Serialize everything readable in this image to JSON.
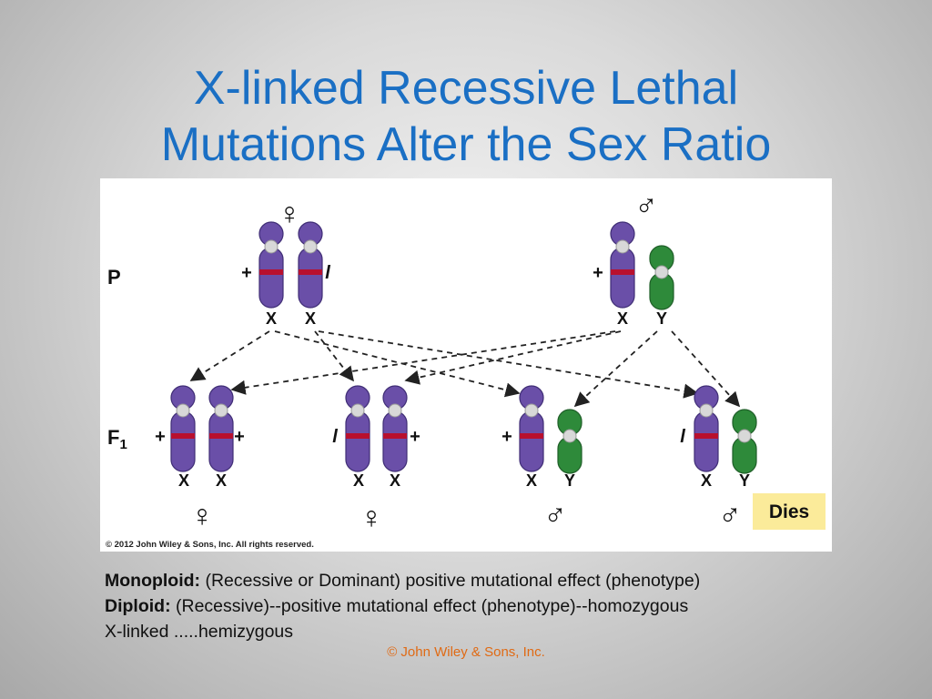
{
  "title": {
    "line1": "X-linked Recessive Lethal",
    "line2": "Mutations Alter the Sex Ratio"
  },
  "figure": {
    "generation_p": "P",
    "generation_f1": "F",
    "generation_f1_sub": "1",
    "parent_female_symbol": "♀",
    "parent_male_symbol": "♂",
    "parent_female": {
      "allele_left": "+",
      "allele_right": "l",
      "chrom_left": "X",
      "chrom_right": "X"
    },
    "parent_male": {
      "allele_left": "+",
      "chrom_left": "X",
      "chrom_right": "Y"
    },
    "offspring": [
      {
        "allele_left": "+",
        "allele_right": "+",
        "chrom_left": "X",
        "chrom_right": "X",
        "sex": "♀"
      },
      {
        "allele_left": "l",
        "allele_right": "+",
        "chrom_left": "X",
        "chrom_right": "X",
        "sex": "♀"
      },
      {
        "allele_left": "+",
        "allele_right": "",
        "chrom_left": "X",
        "chrom_right": "Y",
        "sex": "♂"
      },
      {
        "allele_left": "l",
        "allele_right": "",
        "chrom_left": "X",
        "chrom_right": "Y",
        "sex": "♂"
      }
    ],
    "dies_label": "Dies",
    "copyright": "© 2012 John Wiley & Sons, Inc. All rights reserved.",
    "colors": {
      "x_chromosome": "#6a4fa8",
      "y_chromosome": "#2e8a3a",
      "allele_band": "#b8102e",
      "dies_box": "#fbeb9a"
    }
  },
  "notes": {
    "line1_bold": "Monoploid:",
    "line1_text": " (Recessive or Dominant) positive mutational effect (phenotype)",
    "line2_bold": "Diploid:",
    "line2_text": " (Recessive)--positive mutational effect (phenotype)--homozygous",
    "line3_text": "X-linked .....hemizygous"
  },
  "footer": "© John Wiley & Sons, Inc."
}
